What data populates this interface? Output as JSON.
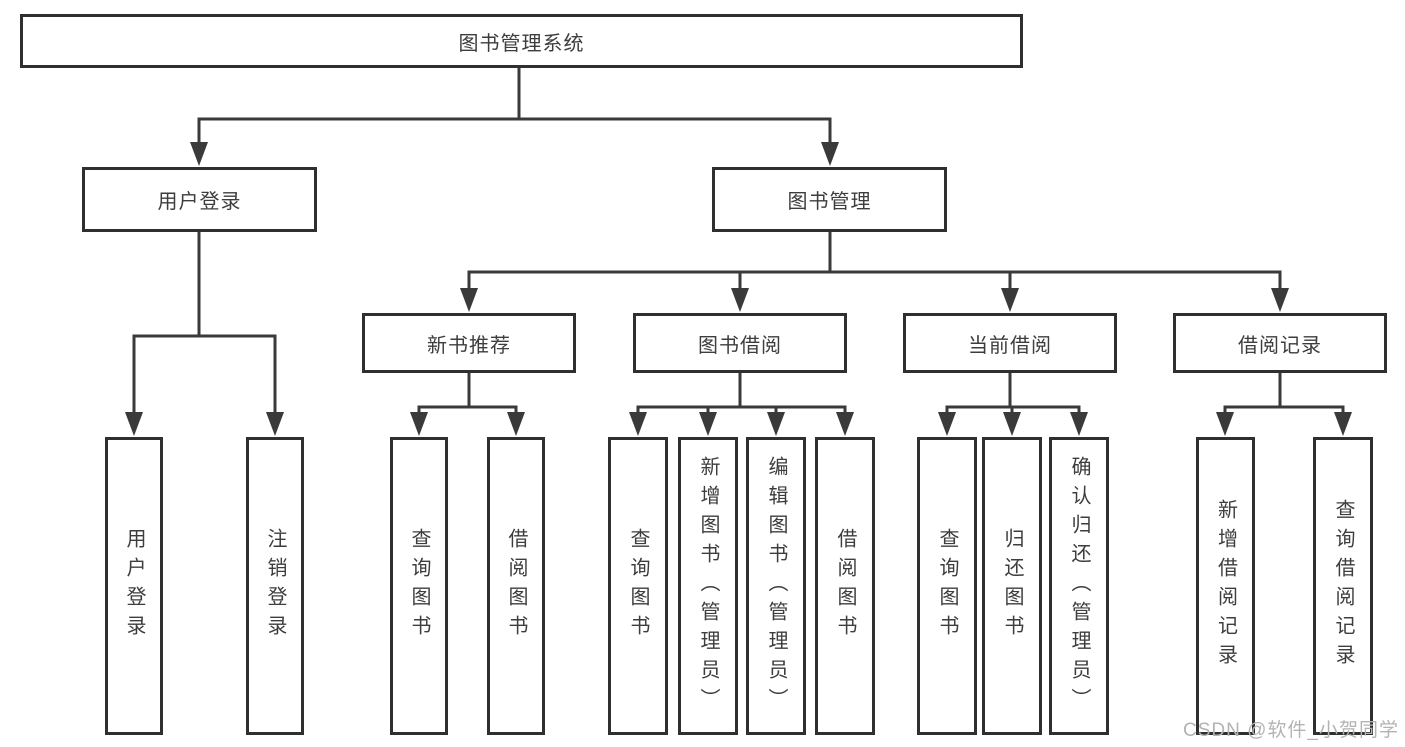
{
  "diagram": {
    "title": "图书管理系统",
    "watermark": "CSDN @软件_小贺同学",
    "colors": {
      "line": "#3a3a3a",
      "box_border": "#2f2f2f",
      "text": "#3d3d3d",
      "watermark": "#b3b3b3",
      "background": "#ffffff"
    },
    "nodes": {
      "root": {
        "label": "图书管理系统"
      },
      "level2": [
        {
          "label": "用户登录"
        },
        {
          "label": "图书管理"
        }
      ],
      "level3": [
        {
          "label": "新书推荐"
        },
        {
          "label": "图书借阅"
        },
        {
          "label": "当前借阅"
        },
        {
          "label": "借阅记录"
        }
      ],
      "leaves": {
        "user_login": [
          "用户登录",
          "注销登录"
        ],
        "new_book": [
          "查询图书",
          "借阅图书"
        ],
        "book_borrow": [
          "查询图书",
          "新增图书（管理员）",
          "编辑图书（管理员）",
          "借阅图书"
        ],
        "current_borrow": [
          "查询图书",
          "归还图书",
          "确认归还（管理员）"
        ],
        "borrow_record": [
          "新增借阅记录",
          "查询借阅记录"
        ]
      }
    }
  }
}
